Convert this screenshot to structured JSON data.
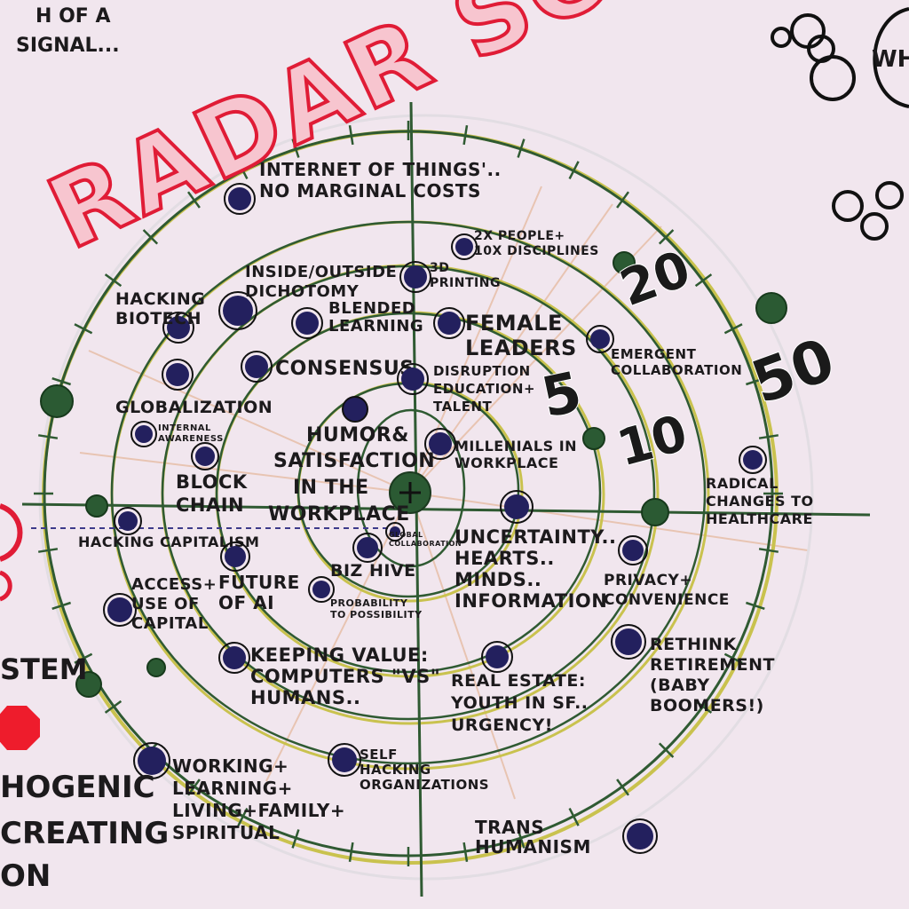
{
  "title": "RADAR SCREEN",
  "corner_text_top_left": [
    "H OF A",
    "SIGNAL..."
  ],
  "corner_text_top_right": "WH",
  "left_edge_text": [
    "STEM",
    "HOGENIC",
    "CREATING",
    "ON"
  ],
  "ring_labels": [
    "5",
    "10",
    "20",
    "50"
  ],
  "center_label": [
    "HUMOR&",
    "SATISFACTION",
    "IN THE",
    "WORKPLACE"
  ],
  "signals": [
    {
      "label": [
        "INTERNET OF THINGS'..",
        "NO MARGINAL COSTS"
      ]
    },
    {
      "label": [
        "2X PEOPLE+",
        "10X DISCIPLINES"
      ]
    },
    {
      "label": [
        "INSIDE/OUTSIDE",
        "DICHOTOMY"
      ]
    },
    {
      "label": [
        "3D",
        "PRINTING"
      ]
    },
    {
      "label": [
        "HACKING",
        "BIOTECH"
      ]
    },
    {
      "label": [
        "BLENDED",
        "LEARNING"
      ]
    },
    {
      "label": [
        "FEMALE",
        "LEADERS"
      ]
    },
    {
      "label": [
        "EMERGENT",
        "COLLABORATION"
      ]
    },
    {
      "label": [
        "CONSENSUS"
      ]
    },
    {
      "label": [
        "DISRUPTION",
        "EDUCATION+",
        "TALENT"
      ]
    },
    {
      "label": [
        "GLOBALIZATION"
      ]
    },
    {
      "label": [
        "INTERNAL",
        "AWARENESS"
      ]
    },
    {
      "label": [
        "MILLENIALS IN",
        "WORKPLACE"
      ]
    },
    {
      "label": [
        "BLOCK",
        "CHAIN"
      ]
    },
    {
      "label": [
        "RADICAL",
        "CHANGES TO",
        "HEALTHCARE"
      ]
    },
    {
      "label": [
        "HACKING CAPITALISM"
      ]
    },
    {
      "label": [
        "GLOBAL",
        "COLLABORATION"
      ]
    },
    {
      "label": [
        "UNCERTAINTY..",
        "HEARTS..",
        "MINDS..",
        "INFORMATION"
      ]
    },
    {
      "label": [
        "ACCESS+",
        "USE OF",
        "CAPITAL"
      ]
    },
    {
      "label": [
        "FUTURE",
        "OF AI"
      ]
    },
    {
      "label": [
        "BIZ HIVE"
      ]
    },
    {
      "label": [
        "PROBABILITY",
        "TO POSSIBILITY"
      ]
    },
    {
      "label": [
        "PRIVACY+",
        "CONVENIENCE"
      ]
    },
    {
      "label": [
        "KEEPING VALUE:",
        "COMPUTERS \"VS\"",
        "HUMANS.."
      ]
    },
    {
      "label": [
        "REAL ESTATE:",
        "YOUTH IN SF..",
        "URGENCY!"
      ]
    },
    {
      "label": [
        "RETHINK",
        "RETIREMENT",
        "(BABY",
        "BOOMERS!)"
      ]
    },
    {
      "label": [
        "WORKING+",
        "LEARNING+",
        "LIVING+FAMILY+",
        "SPIRITUAL"
      ]
    },
    {
      "label": [
        "SELF",
        "HACKING",
        "ORGANIZATIONS"
      ]
    },
    {
      "label": [
        "TRANS",
        "HUMANISM"
      ]
    }
  ],
  "colors": {
    "paper": "#f1e6ee",
    "title_red": "#e01c36",
    "ring_green": "#2f5a32",
    "ring_yellow": "#c9c24e",
    "dot_blue": "#23205e",
    "node_green": "#2b5a33",
    "ink": "#1c1a1c"
  }
}
